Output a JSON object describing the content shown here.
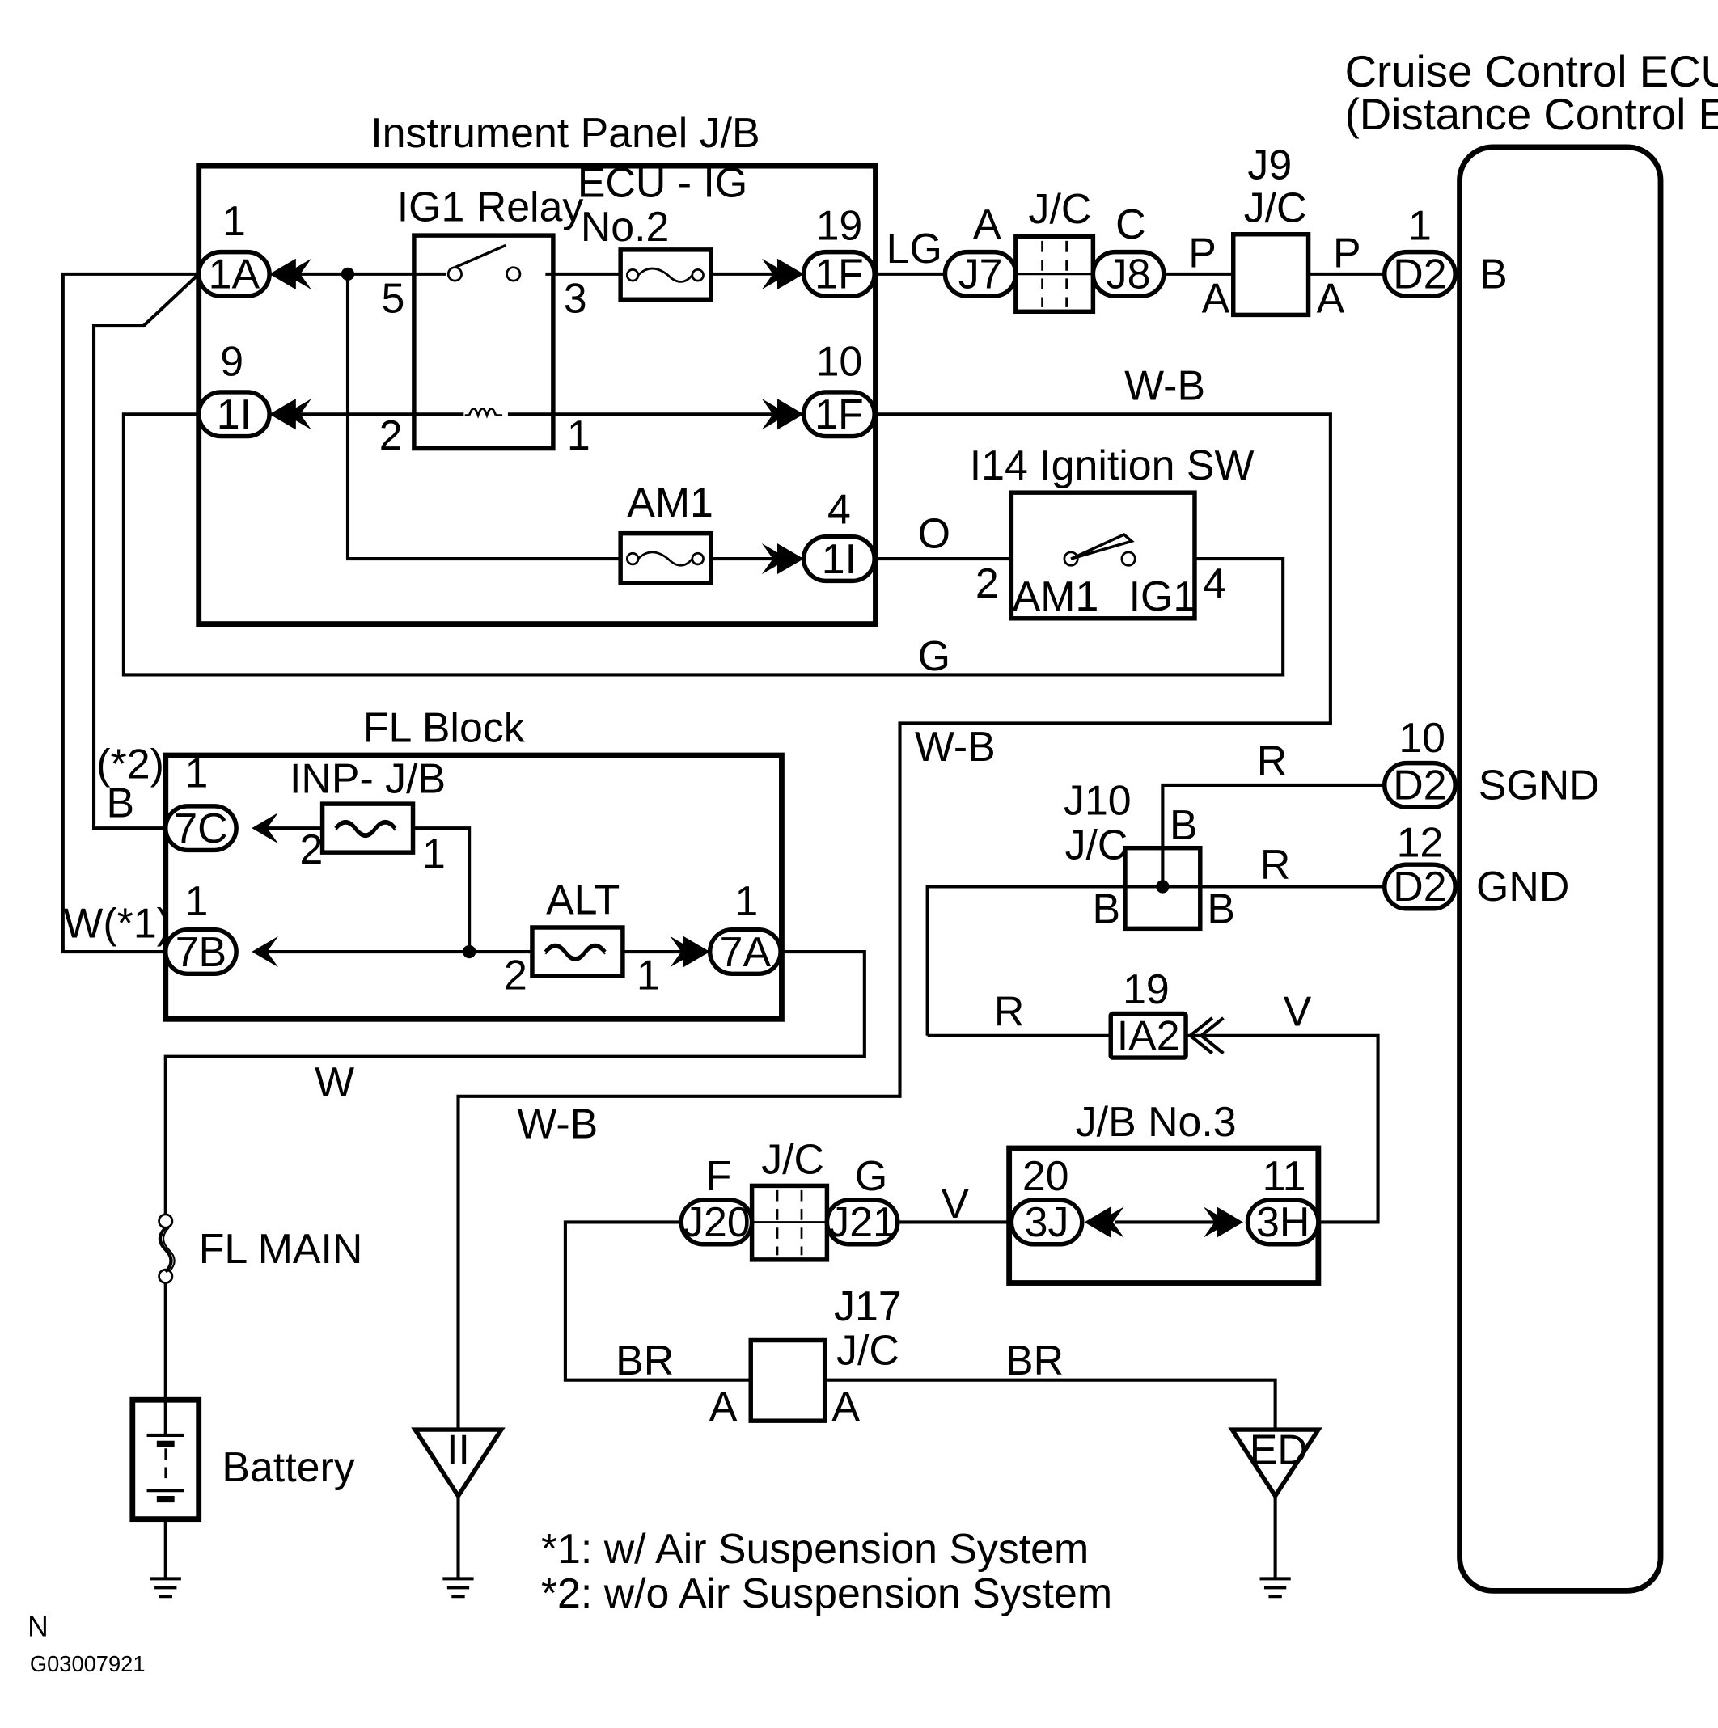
{
  "boxes": {
    "ip_jb": "Instrument Panel J/B",
    "ig1_relay": "IG1 Relay",
    "ecu_ig": "ECU - IG",
    "ecu_ig_no": "No.2",
    "am1": "AM1",
    "ign_sw": "I14 Ignition SW",
    "ign_am1": "AM1",
    "ign_ig1": "IG1",
    "fl_block": "FL Block",
    "inp_jb": "INP- J/B",
    "alt": "ALT",
    "jb3": "J/B No.3",
    "ecu_title1": "Cruise Control ECU",
    "ecu_title2": "(Distance Control ECU)",
    "fl_main": "FL MAIN",
    "battery": "Battery"
  },
  "connectors": {
    "c1a": "1A",
    "c1i9": "1I",
    "c1f19": "1F",
    "c1f10": "1F",
    "c1i4": "1I",
    "c7c": "7C",
    "c7b": "7B",
    "c7a": "7A",
    "j7": "J7",
    "j8": "J8",
    "d2b": "D2",
    "d2sgnd": "D2",
    "d2gnd": "D2",
    "ia2": "IA2",
    "j20": "J20",
    "j21": "J21",
    "c3j": "3J",
    "c3h": "3H"
  },
  "pins": {
    "p1a": "1",
    "p1i9": "9",
    "p1f19": "19",
    "p1f10": "10",
    "p1i4": "4",
    "r5": "5",
    "r3": "3",
    "r2": "2",
    "r1": "1",
    "sw2": "2",
    "sw4": "4",
    "p7c": "1",
    "p7b": "1",
    "p7a": "1",
    "inp2": "2",
    "inp1": "1",
    "alt2": "2",
    "alt1": "1",
    "pd2b": "1",
    "pd2sgnd": "10",
    "pd2gnd": "12",
    "pia2": "19",
    "p3j": "20",
    "p3h": "11"
  },
  "wires": {
    "lg": "LG",
    "p1": "P",
    "p2": "P",
    "wb1": "W-B",
    "o": "O",
    "g": "G",
    "wb2": "W-B",
    "wb3": "W-B",
    "w": "W",
    "r1": "R",
    "r2": "R",
    "r3": "R",
    "v1": "V",
    "v2": "V",
    "br1": "BR",
    "br2": "BR"
  },
  "jc": {
    "jc1": "J/C",
    "jc1a": "A",
    "jc1c": "C",
    "j9": "J9",
    "j9jc": "J/C",
    "j9a1": "A",
    "j9a2": "A",
    "j10": "J10",
    "j10jc": "J/C",
    "j10b1": "B",
    "j10b2": "B",
    "j10b3": "B",
    "jc2": "J/C",
    "jc2f": "F",
    "jc2g": "G",
    "j17": "J17",
    "j17jc": "J/C",
    "j17a1": "A",
    "j17a2": "A"
  },
  "ecu_pins": {
    "b": "B",
    "sgnd": "SGND",
    "gnd": "GND"
  },
  "grounds": {
    "ii": "II",
    "ed": "ED"
  },
  "side_labels": {
    "star2": "(*2)",
    "b": "B",
    "w1": "W(*1)"
  },
  "notes": {
    "n1": "*1: w/ Air Suspension System",
    "n2": "*2: w/o Air Suspension System",
    "n": "N",
    "code": "G03007921"
  }
}
